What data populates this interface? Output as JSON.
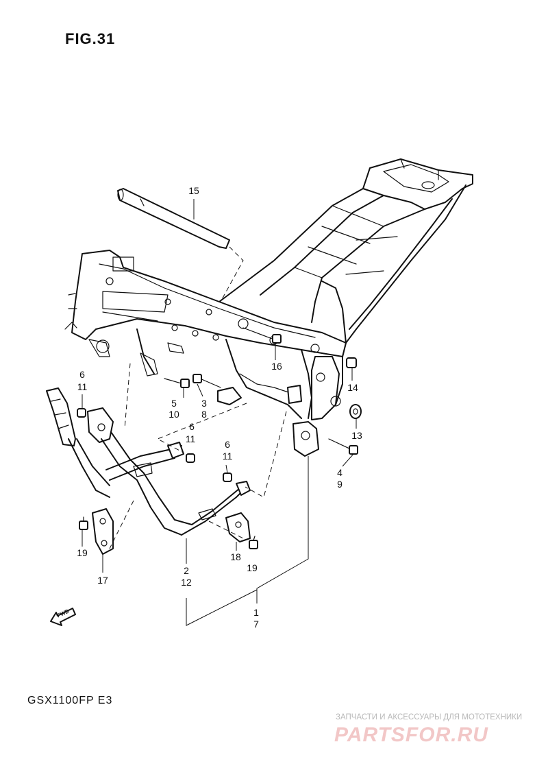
{
  "figure": {
    "title": "FIG.31",
    "model": "GSX1100FP  E3",
    "fwd_label": "FWD"
  },
  "callouts": {
    "c15": "15",
    "c16": "16",
    "c14": "14",
    "c13": "13",
    "c6a": "6",
    "c11a": "11",
    "c5_10": [
      "5",
      "10"
    ],
    "c3_8": [
      "3",
      "8"
    ],
    "c6b": "6",
    "c11b": "11",
    "c6c": "6",
    "c11c": "11",
    "c4_9": [
      "4",
      "9"
    ],
    "c19a": "19",
    "c17": "17",
    "c18": "18",
    "c19b": "19",
    "c2_12": [
      "2",
      "12"
    ],
    "c1_7": [
      "1",
      "7"
    ]
  },
  "watermark": {
    "tagline": "ЗАПЧАСТИ И АКСЕССУАРЫ ДЛЯ МОТОТЕХНИКИ",
    "logo": "PARTSFOR.RU"
  }
}
